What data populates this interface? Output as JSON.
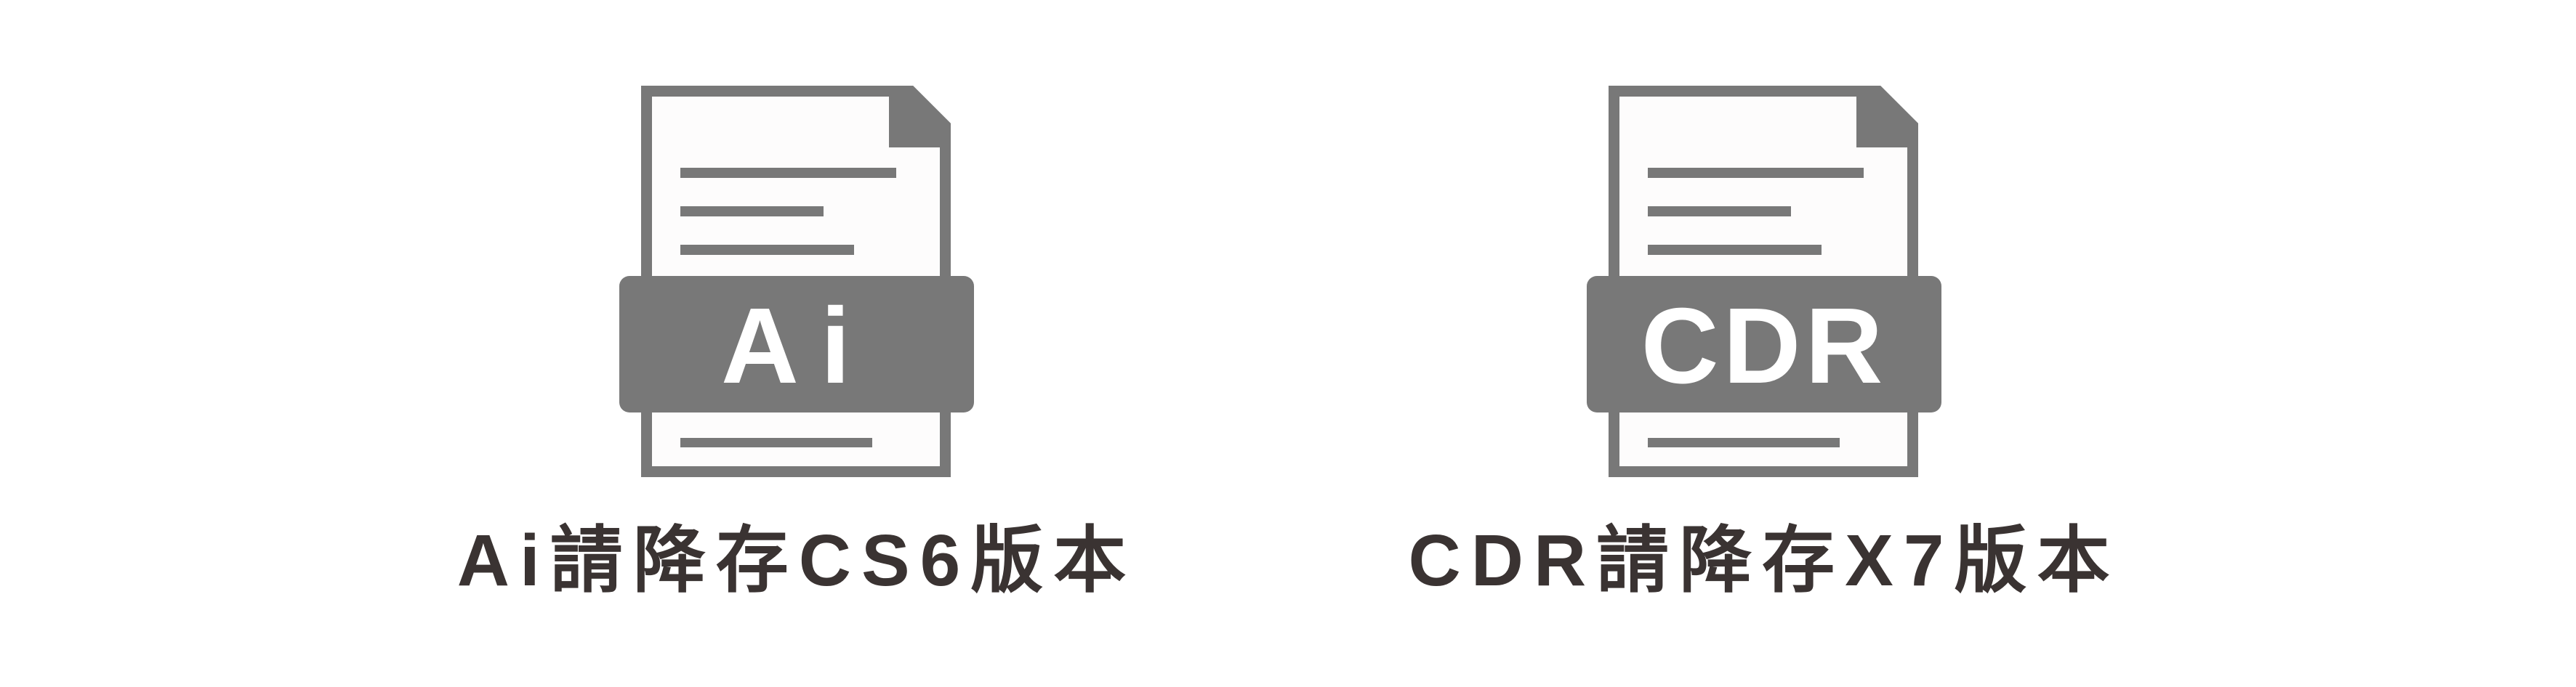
{
  "page": {
    "description_label": "file-format-downgrade-notice"
  },
  "colors": {
    "page_background": "#ffffff",
    "icon_gray": "#787878",
    "page_fill": "#fdfcfc",
    "label_white": "#ffffff",
    "caption_color": "#3a3332"
  },
  "items": [
    {
      "icon": "ai-document-file-icon",
      "format_label": "Ai",
      "label_letter_spacing": "30",
      "caption": "Ai請降存CS6版本"
    },
    {
      "icon": "cdr-document-file-icon",
      "format_label": "CDR",
      "label_letter_spacing": "6",
      "caption": "CDR請降存X7版本"
    }
  ]
}
